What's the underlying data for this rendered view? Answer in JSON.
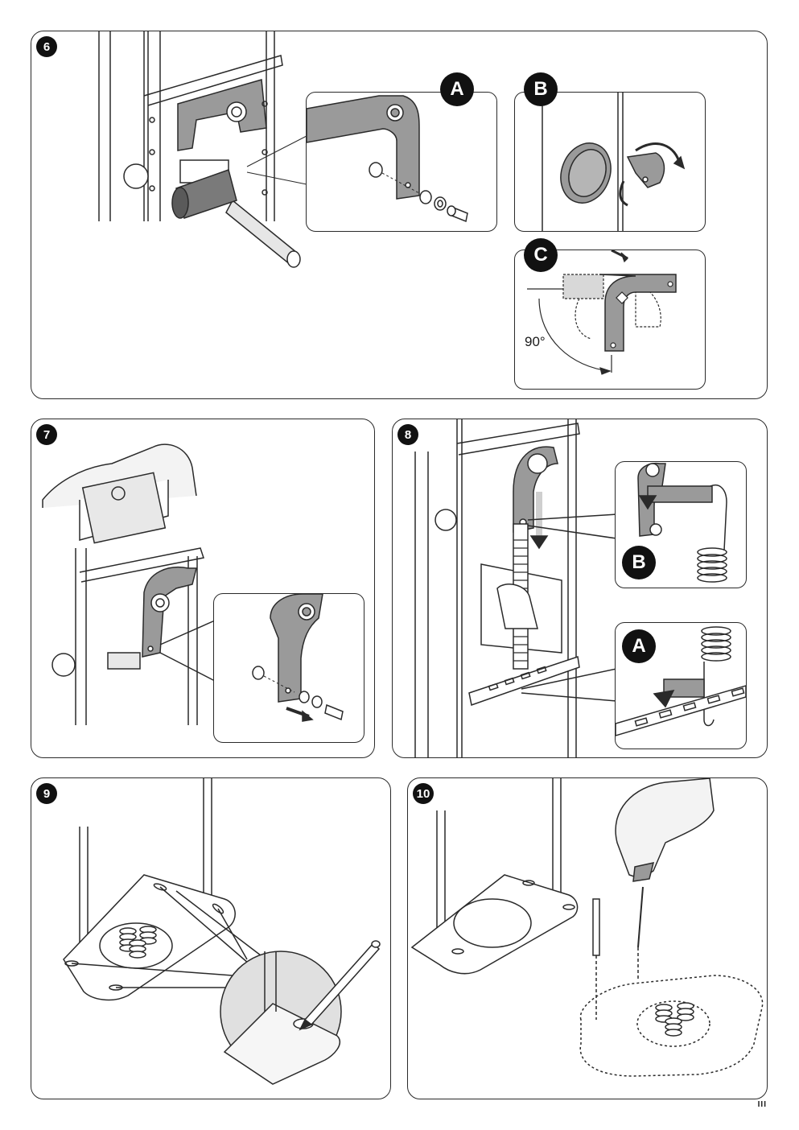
{
  "figures": [
    {
      "number": "6",
      "insets": [
        "A",
        "B",
        "C"
      ],
      "angle": "90°"
    },
    {
      "number": "7"
    },
    {
      "number": "8",
      "insets": [
        "B",
        "A"
      ]
    },
    {
      "number": "9"
    },
    {
      "number": "10"
    }
  ],
  "page_number": "III",
  "colors": {
    "line": "#2a2a2a",
    "part_gray": "#9a9a9a",
    "light_gray": "#d8d8d8",
    "badge": "#111111"
  }
}
